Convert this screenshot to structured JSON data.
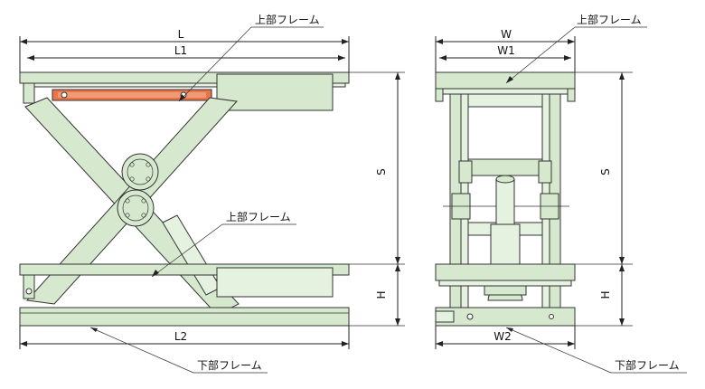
{
  "colors": {
    "frame_fill": "#d6e9cf",
    "frame_light": "#e6f2e0",
    "accent_bar": "#e8764a",
    "line": "#222222"
  },
  "left_view": {
    "dims": {
      "L": "L",
      "L1": "L1",
      "L2": "L2",
      "S": "S",
      "H": "H"
    },
    "callouts": {
      "top_frame": "上部フレーム",
      "mid_frame": "上部フレーム",
      "bottom_frame": "下部フレーム"
    }
  },
  "right_view": {
    "dims": {
      "W": "W",
      "W1": "W1",
      "W2": "W2",
      "S": "S",
      "H": "H"
    },
    "callouts": {
      "top_frame": "上部フレーム",
      "bottom_frame": "下部フレーム"
    }
  }
}
